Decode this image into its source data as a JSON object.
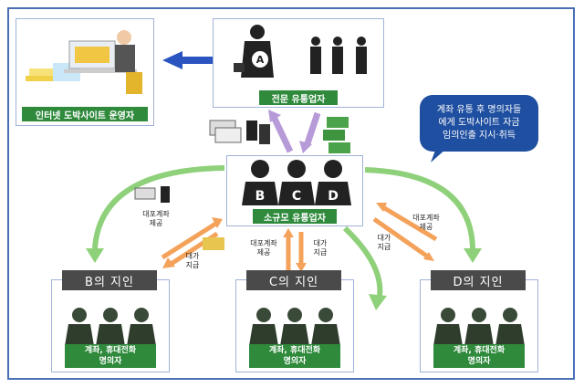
{
  "operator": {
    "label": "인터넷 도박사이트 운영자"
  },
  "distributor": {
    "label": "전문 유통업자",
    "person_letter": "A"
  },
  "small_distributor": {
    "label": "소규모 유통업자",
    "letters": [
      "B",
      "C",
      "D"
    ]
  },
  "bubble": {
    "lines": [
      "계좌 유통 후 명의자들",
      "에게 도박사이트 자금",
      "임의인출 지시·취득"
    ]
  },
  "acquaintances": [
    {
      "name": "B의 지인",
      "role_line1": "계좌, 휴대전화",
      "role_line2": "명의자"
    },
    {
      "name": "C의 지인",
      "role_line1": "계좌, 휴대전화",
      "role_line2": "명의자"
    },
    {
      "name": "D의 지인",
      "role_line1": "계좌, 휴대전화",
      "role_line2": "명의자"
    }
  ],
  "flow_labels": {
    "provide_account": [
      "대포계좌",
      "제공"
    ],
    "payment": [
      "대가",
      "지급"
    ]
  },
  "colors": {
    "frame": "#4a6fb5",
    "label_green": "#2f8a3c",
    "bubble_blue": "#1f4fa0",
    "green_arrow": "#8fd17a",
    "orange_arrow": "#f4a25a",
    "purple_arrow": "#b79ad8",
    "blue_arrow": "#2a55c0"
  }
}
